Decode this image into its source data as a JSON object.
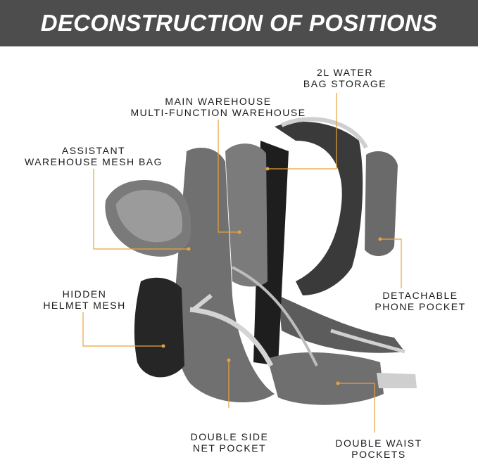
{
  "banner": {
    "title": "DECONSTRUCTION OF POSITIONS"
  },
  "colors": {
    "banner_bg": "#4d4d4d",
    "callout": "#e8a33c",
    "pack_gray": "#6f6f6f",
    "strap_light": "#c9c9c9"
  },
  "callouts": {
    "water_bag": {
      "line1": "2L WATER",
      "line2": "BAG STORAGE"
    },
    "main_warehouse": {
      "line1": "MAIN WAREHOUSE",
      "line2": "MULTI-FUNCTION WAREHOUSE"
    },
    "assistant_mesh": {
      "line1": "ASSISTANT",
      "line2": "WAREHOUSE MESH BAG"
    },
    "helmet_mesh": {
      "line1": "HIDDEN",
      "line2": "HELMET MESH"
    },
    "phone_pocket": {
      "line1": "DETACHABLE",
      "line2": "PHONE POCKET"
    },
    "side_net": {
      "line1": "DOUBLE SIDE",
      "line2": "NET POCKET"
    },
    "waist_pockets": {
      "line1": "DOUBLE WAIST",
      "line2": "POCKETS"
    }
  },
  "image": {
    "subject": "backpack-product-photo"
  }
}
